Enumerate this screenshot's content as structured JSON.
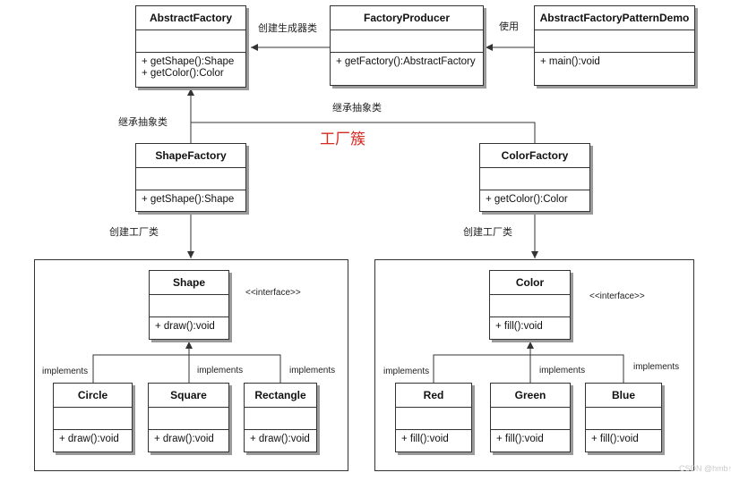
{
  "classes": {
    "abstract_factory": {
      "name": "AbstractFactory",
      "ops": [
        "+ getShape():Shape",
        "+ getColor():Color"
      ]
    },
    "factory_producer": {
      "name": "FactoryProducer",
      "ops": [
        "+ getFactory():AbstractFactory"
      ]
    },
    "demo": {
      "name": "AbstractFactoryPatternDemo",
      "ops": [
        "+ main():void"
      ]
    },
    "shape_factory": {
      "name": "ShapeFactory",
      "ops": [
        "+ getShape():Shape"
      ]
    },
    "color_factory": {
      "name": "ColorFactory",
      "ops": [
        "+ getColor():Color"
      ]
    },
    "shape": {
      "name": "Shape",
      "ops": [
        "+ draw():void"
      ]
    },
    "circle": {
      "name": "Circle",
      "ops": [
        "+ draw():void"
      ]
    },
    "square": {
      "name": "Square",
      "ops": [
        "+ draw():void"
      ]
    },
    "rectangle": {
      "name": "Rectangle",
      "ops": [
        "+ draw():void"
      ]
    },
    "color": {
      "name": "Color",
      "ops": [
        "+ fill():void"
      ]
    },
    "red": {
      "name": "Red",
      "ops": [
        "+ fill():void"
      ]
    },
    "green": {
      "name": "Green",
      "ops": [
        "+ fill():void"
      ]
    },
    "blue": {
      "name": "Blue",
      "ops": [
        "+ fill():void"
      ]
    }
  },
  "labels": {
    "create_generator": "创建生成器类",
    "use": "使用",
    "inherit_left": "继承抽象类",
    "inherit_right": "继承抽象类",
    "factory_cluster": "工厂簇",
    "create_factory_left": "创建工厂类",
    "create_factory_right": "创建工厂类",
    "interface_shape": "<<interface>>",
    "interface_color": "<<interface>>",
    "impl_circle": "implements",
    "impl_square": "implements",
    "impl_rectangle": "implements",
    "impl_red": "implements",
    "impl_green": "implements",
    "impl_blue": "implements"
  },
  "watermark": "CSDN @hmb↑",
  "colors": {
    "title_red": "#d42a20",
    "line": "#333333"
  }
}
